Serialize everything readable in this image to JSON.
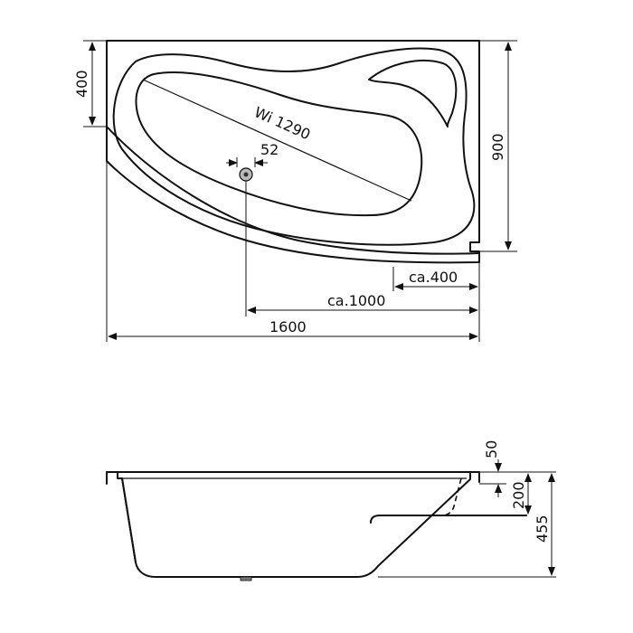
{
  "top_view": {
    "diagonal_label": "Wi 1290",
    "drain_label": "52",
    "height_left_label": "400",
    "height_right_label": "900",
    "offset_label_small": "ca.400",
    "offset_label_drain": "ca.1000",
    "total_width_label": "1600"
  },
  "side_view": {
    "rim_label": "50",
    "seat_label": "200",
    "total_height_label": "455"
  }
}
